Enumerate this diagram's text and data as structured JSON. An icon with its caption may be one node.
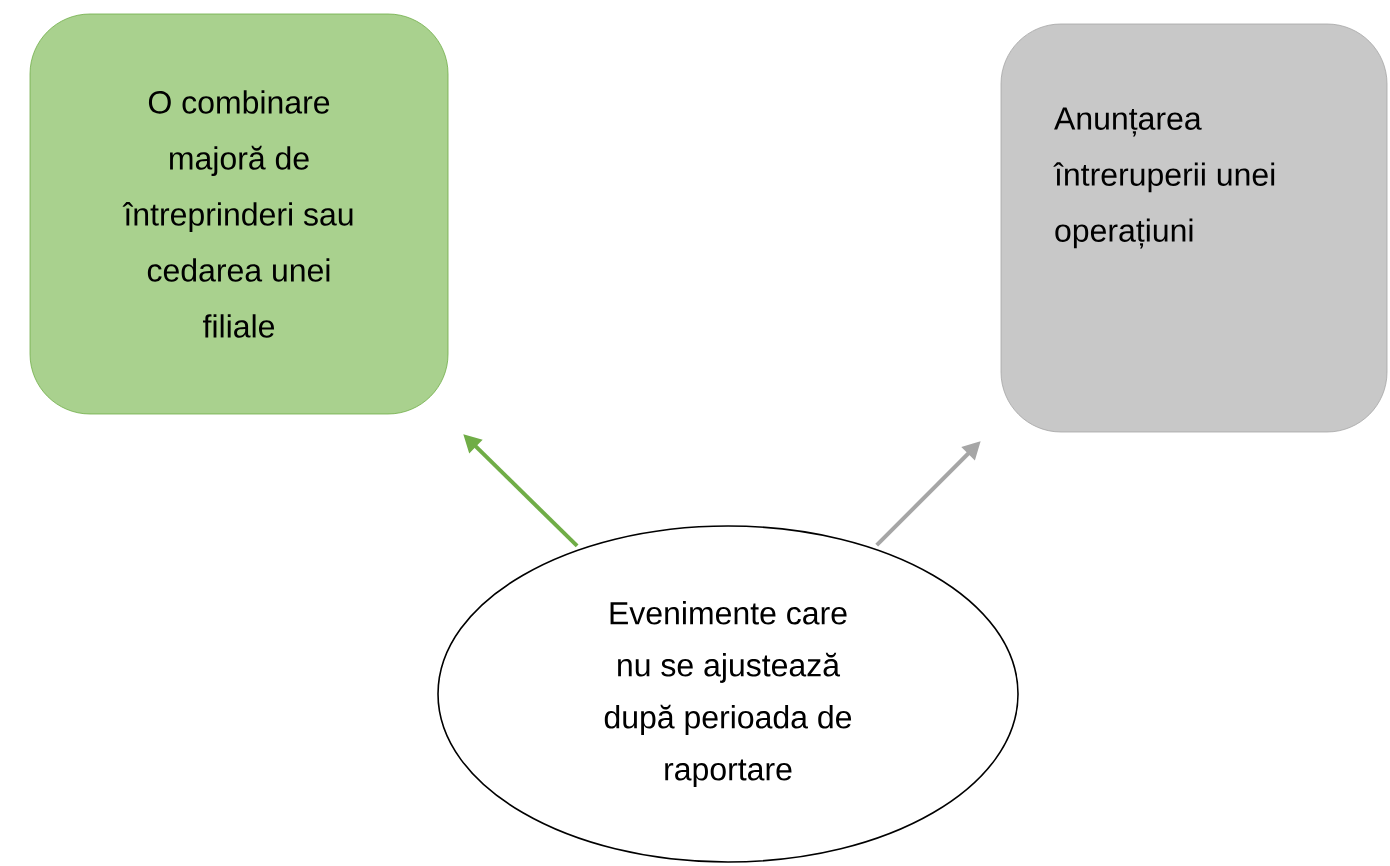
{
  "diagram": {
    "nodes": [
      {
        "text": [
          "O combinare majoră de întreprinderi sau cedarea unei filiale"
        ]
      },
      {
        "text": [
          "Anunțarea întreruperii unei operațiuni"
        ]
      },
      {
        "text": [
          "Evenimente care nu se ajustează după perioada de raportare"
        ]
      }
    ],
    "edges": [
      {
        "from": 2,
        "to": 0,
        "arrow": "to",
        "color": "#70ad47"
      },
      {
        "from": 2,
        "to": 1,
        "arrow": "to",
        "color": "#a6a6a6"
      }
    ]
  }
}
